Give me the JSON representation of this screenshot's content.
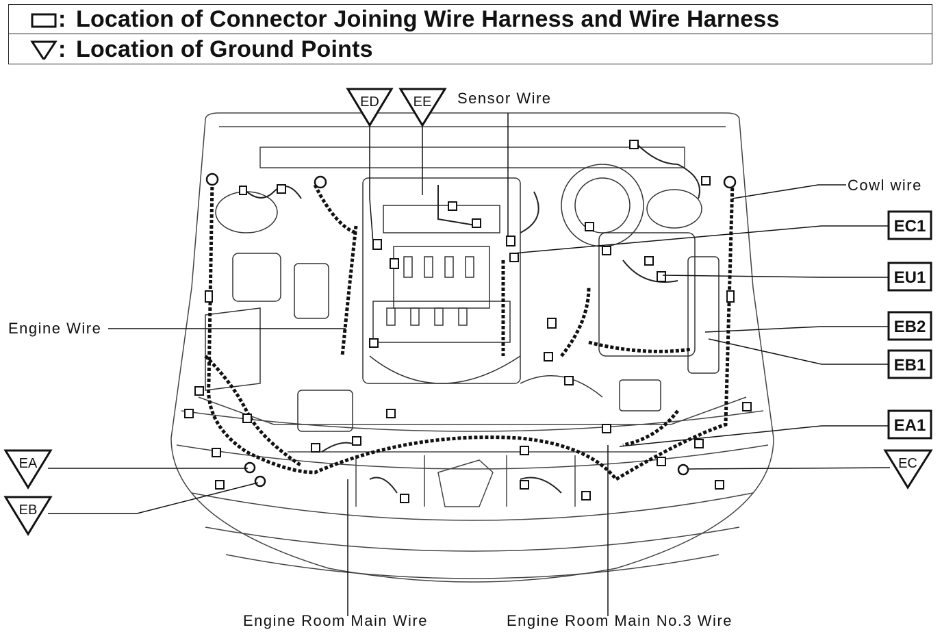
{
  "legend": {
    "connector_text": "Location of Connector Joining Wire Harness and Wire Harness",
    "ground_text": "Location of Ground Points",
    "colon": ":",
    "connector_symbol": "square-icon",
    "ground_symbol": "triangle-down-icon"
  },
  "labels": {
    "sensor_wire": "Sensor Wire",
    "cowl_wire": "Cowl wire",
    "engine_wire": "Engine Wire",
    "engine_room_main_wire": "Engine Room Main Wire",
    "engine_room_main_no3_wire": "Engine Room Main No.3 Wire"
  },
  "connectors": [
    "EC1",
    "EU1",
    "EB2",
    "EB1",
    "EA1"
  ],
  "grounds": [
    "ED",
    "EE",
    "EA",
    "EB",
    "EC"
  ]
}
